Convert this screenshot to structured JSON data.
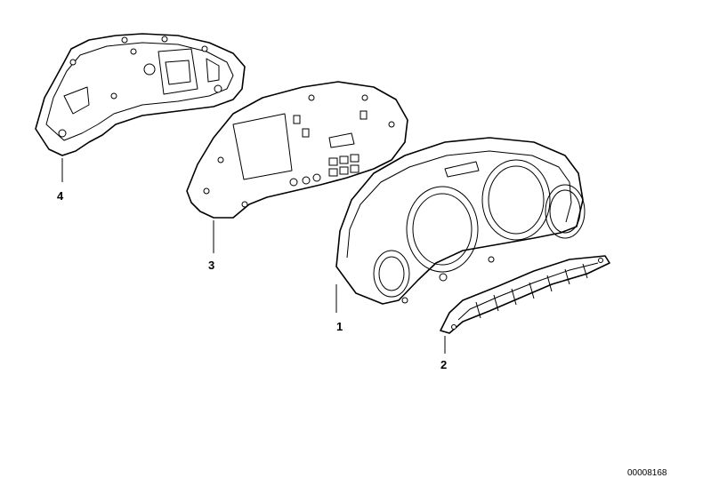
{
  "callouts": {
    "part_1": "1",
    "part_2": "2",
    "part_3": "3",
    "part_4": "4"
  },
  "diagram_id": "00008168"
}
